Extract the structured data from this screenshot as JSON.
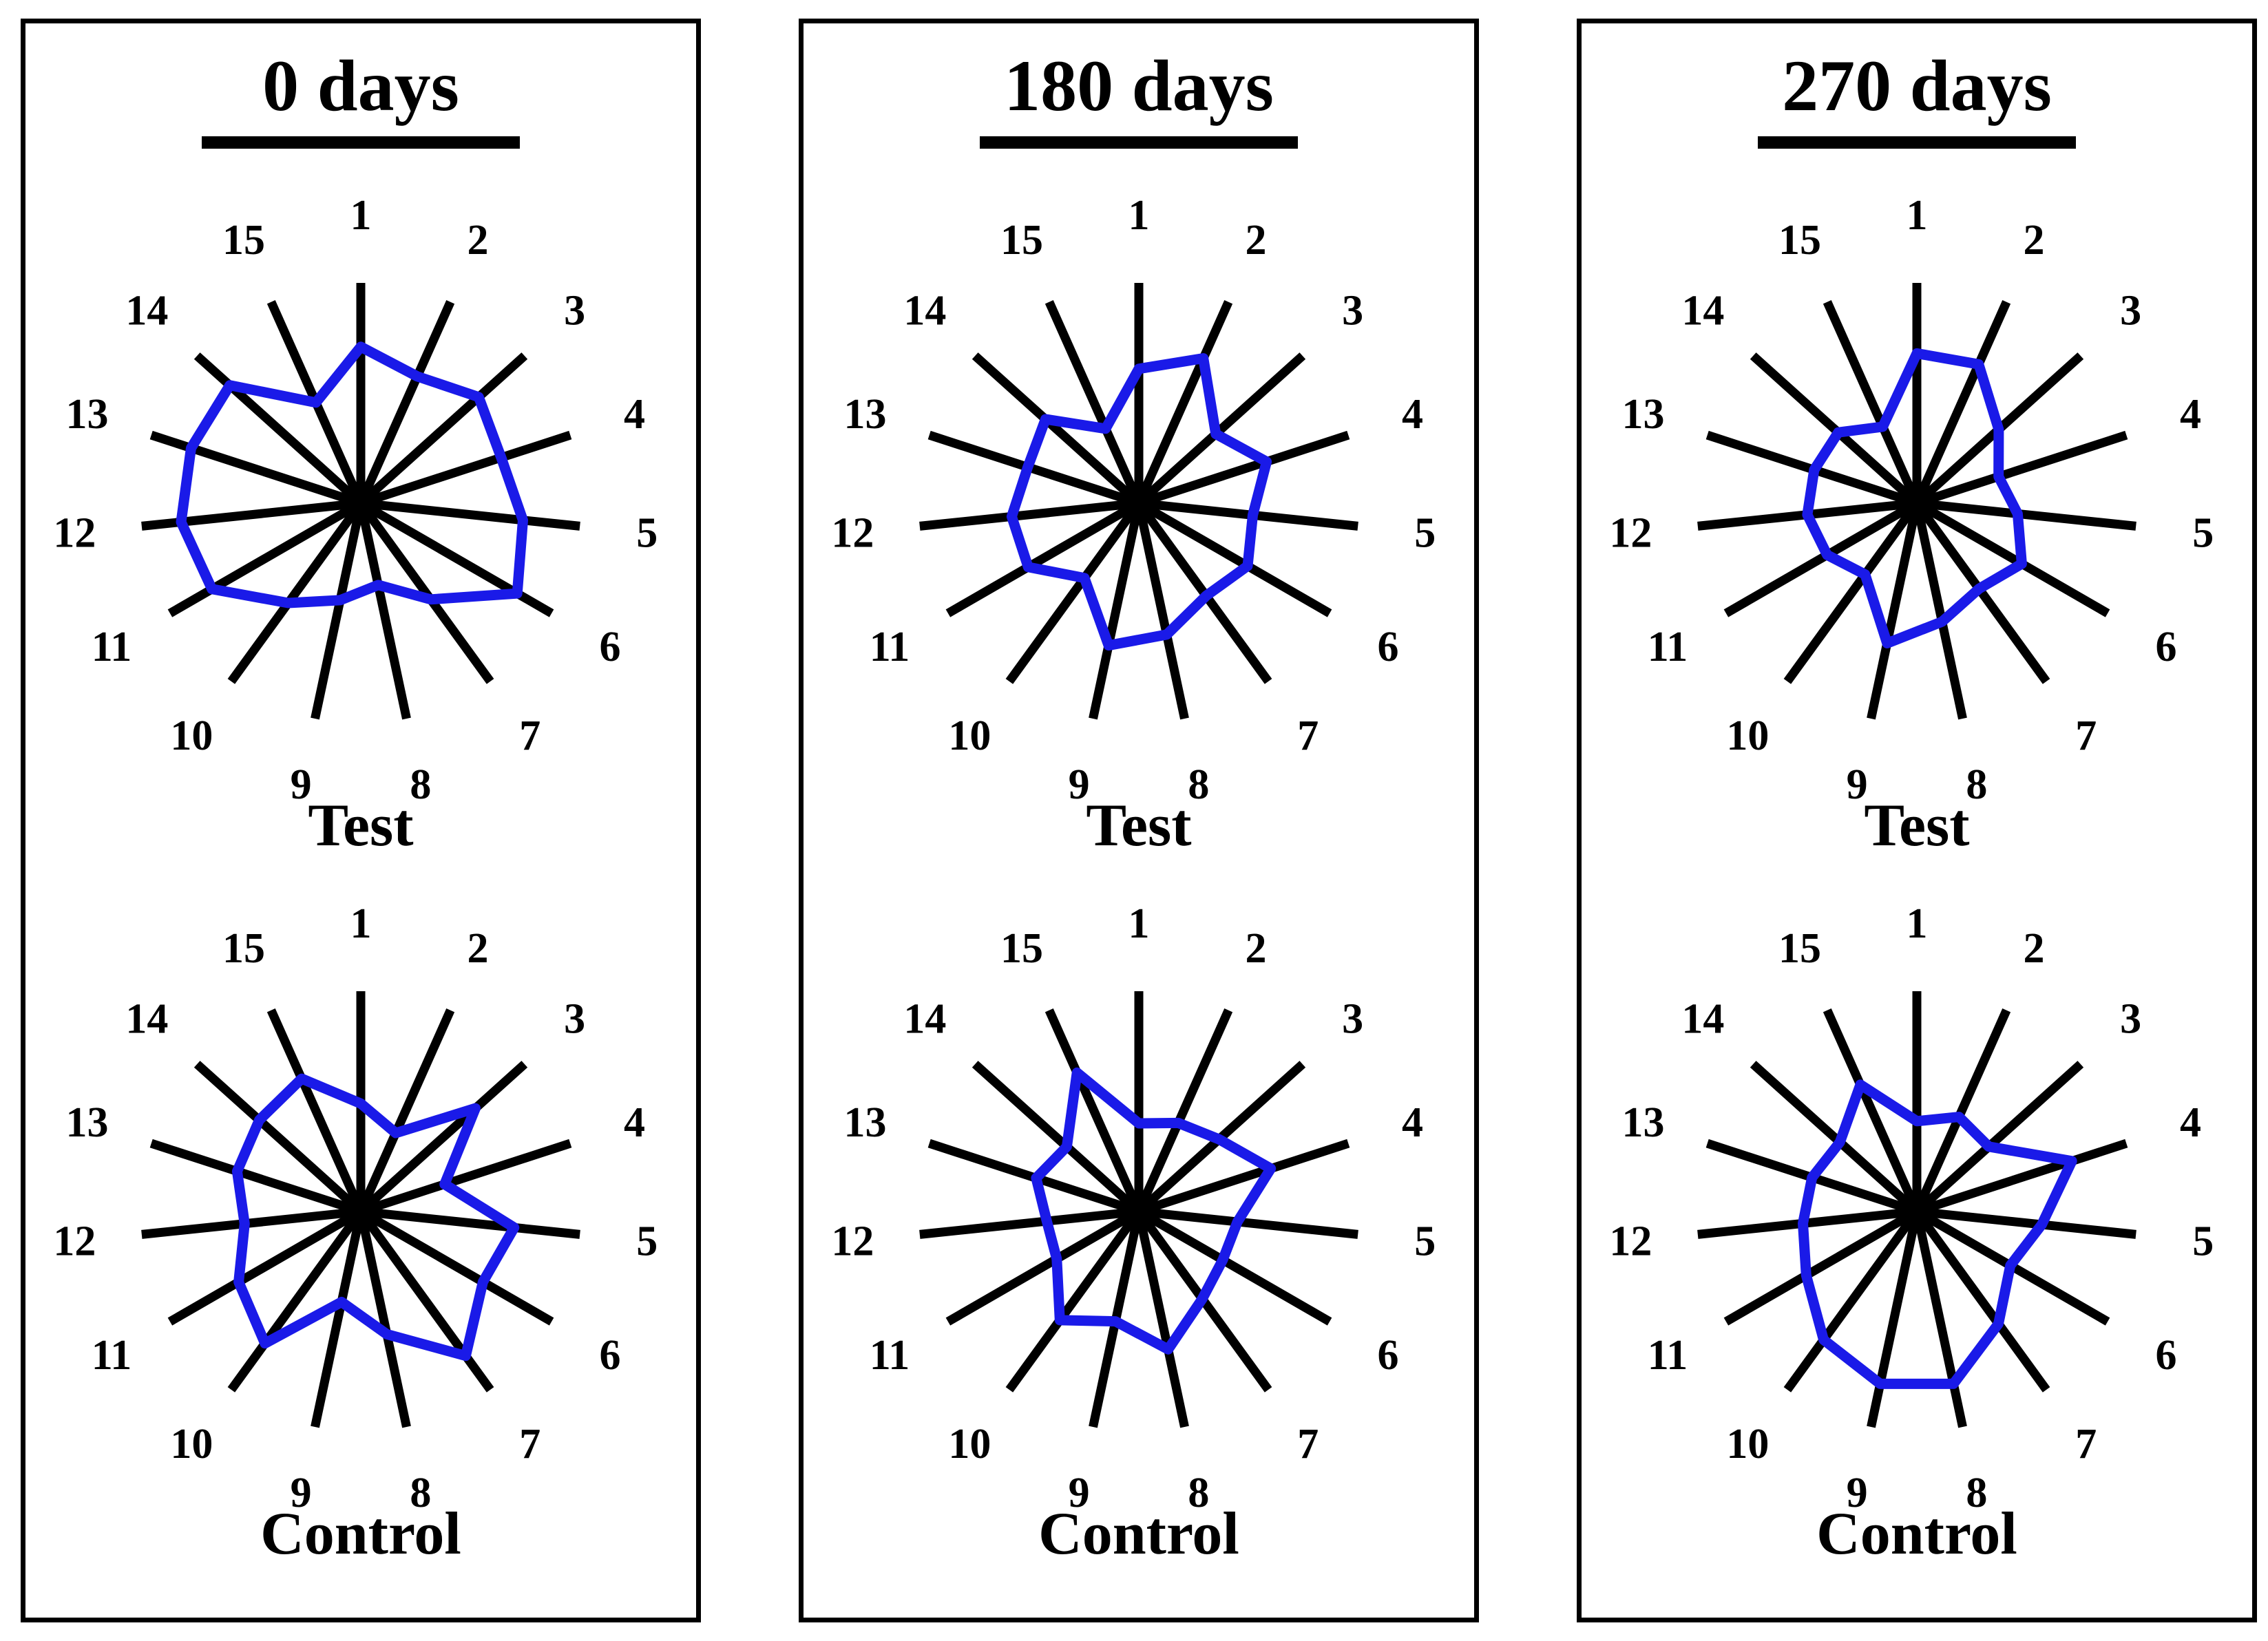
{
  "style": {
    "background": "#ffffff",
    "panel_border_color": "#000000",
    "spoke_color": "#000000",
    "label_color": "#000000",
    "polygon_color": "#1a1ae8"
  },
  "panels": [
    {
      "title": "0 days",
      "charts": [
        {
          "label": "Test",
          "chart_index": 0
        },
        {
          "label": "Control",
          "chart_index": 1
        }
      ]
    },
    {
      "title": "180 days",
      "charts": [
        {
          "label": "Test",
          "chart_index": 2
        },
        {
          "label": "Control",
          "chart_index": 3
        }
      ]
    },
    {
      "title": "270 days",
      "charts": [
        {
          "label": "Test",
          "chart_index": 4
        },
        {
          "label": "Control",
          "chart_index": 5
        }
      ]
    }
  ],
  "chart_data": [
    {
      "type": "radar",
      "panel": "0 days",
      "group": "Test",
      "categories": [
        "1",
        "2",
        "3",
        "4",
        "5",
        "6",
        "7",
        "8",
        "9",
        "10",
        "11",
        "12",
        "13",
        "14",
        "15"
      ],
      "values": [
        0.71,
        0.63,
        0.72,
        0.67,
        0.74,
        0.82,
        0.54,
        0.38,
        0.45,
        0.56,
        0.78,
        0.82,
        0.81,
        0.8,
        0.5
      ],
      "value_scale": "fraction of spoke length (chart shows no radial tick labels)",
      "rmax": 1.0,
      "spokes_start_at_top": true,
      "numbering_clockwise": true,
      "grid": false,
      "legend": false
    },
    {
      "type": "radar",
      "panel": "0 days",
      "group": "Control",
      "categories": [
        "1",
        "2",
        "3",
        "4",
        "5",
        "6",
        "7",
        "8",
        "9",
        "10",
        "11",
        "12",
        "13",
        "14",
        "15"
      ],
      "values": [
        0.49,
        0.39,
        0.7,
        0.4,
        0.7,
        0.64,
        0.81,
        0.57,
        0.42,
        0.74,
        0.64,
        0.53,
        0.59,
        0.62,
        0.66
      ],
      "value_scale": "fraction of spoke length (chart shows no radial tick labels)",
      "rmax": 1.0,
      "spokes_start_at_top": true,
      "numbering_clockwise": true,
      "grid": false,
      "legend": false
    },
    {
      "type": "radar",
      "panel": "180 days",
      "group": "Test",
      "categories": [
        "1",
        "2",
        "3",
        "4",
        "5",
        "6",
        "7",
        "8",
        "9",
        "10",
        "11",
        "12",
        "13",
        "14",
        "15"
      ],
      "values": [
        0.61,
        0.72,
        0.47,
        0.61,
        0.52,
        0.57,
        0.52,
        0.61,
        0.66,
        0.42,
        0.58,
        0.58,
        0.53,
        0.57,
        0.37
      ],
      "value_scale": "fraction of spoke length (chart shows no radial tick labels)",
      "rmax": 1.0,
      "spokes_start_at_top": true,
      "numbering_clockwise": true,
      "grid": false,
      "legend": false
    },
    {
      "type": "radar",
      "panel": "180 days",
      "group": "Control",
      "categories": [
        "1",
        "2",
        "3",
        "4",
        "5",
        "6",
        "7",
        "8",
        "9",
        "10",
        "11",
        "12",
        "13",
        "14",
        "15"
      ],
      "values": [
        0.4,
        0.44,
        0.49,
        0.63,
        0.45,
        0.44,
        0.49,
        0.64,
        0.51,
        0.61,
        0.43,
        0.42,
        0.49,
        0.44,
        0.69
      ],
      "value_scale": "fraction of spoke length (chart shows no radial tick labels)",
      "rmax": 1.0,
      "spokes_start_at_top": true,
      "numbering_clockwise": true,
      "grid": false,
      "legend": false
    },
    {
      "type": "radar",
      "panel": "270 days",
      "group": "Test",
      "categories": [
        "1",
        "2",
        "3",
        "4",
        "5",
        "6",
        "7",
        "8",
        "9",
        "10",
        "11",
        "12",
        "13",
        "14",
        "15"
      ],
      "values": [
        0.68,
        0.69,
        0.5,
        0.39,
        0.46,
        0.55,
        0.48,
        0.55,
        0.65,
        0.4,
        0.47,
        0.5,
        0.49,
        0.48,
        0.38
      ],
      "value_scale": "fraction of spoke length (chart shows no radial tick labels)",
      "rmax": 1.0,
      "spokes_start_at_top": true,
      "numbering_clockwise": true,
      "grid": false,
      "legend": false
    },
    {
      "type": "radar",
      "panel": "270 days",
      "group": "Control",
      "categories": [
        "1",
        "2",
        "3",
        "4",
        "5",
        "6",
        "7",
        "8",
        "9",
        "10",
        "11",
        "12",
        "13",
        "14",
        "15"
      ],
      "values": [
        0.41,
        0.47,
        0.44,
        0.74,
        0.57,
        0.49,
        0.63,
        0.8,
        0.8,
        0.72,
        0.58,
        0.52,
        0.5,
        0.47,
        0.63
      ],
      "value_scale": "fraction of spoke length (chart shows no radial tick labels)",
      "rmax": 1.0,
      "spokes_start_at_top": true,
      "numbering_clockwise": true,
      "grid": false,
      "legend": false
    }
  ]
}
